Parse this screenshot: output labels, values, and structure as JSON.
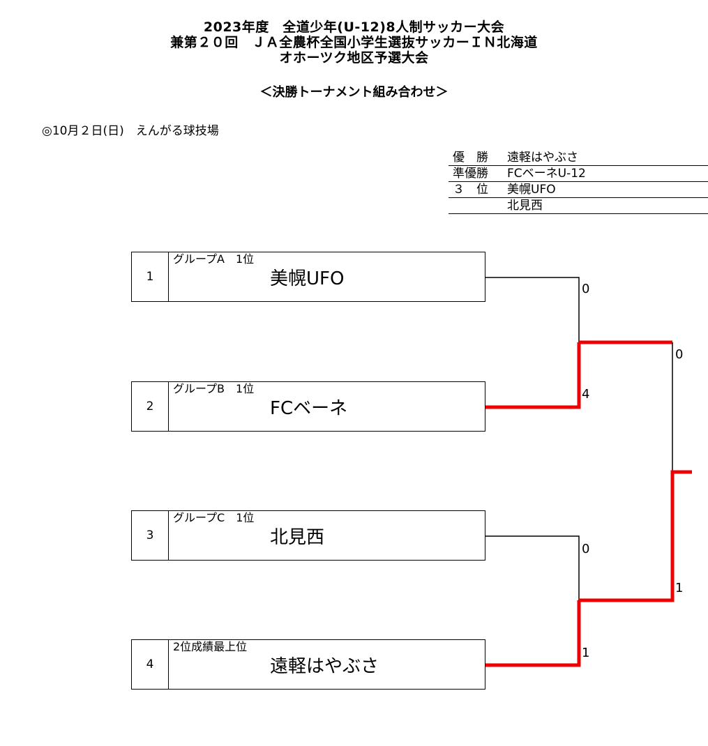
{
  "header": {
    "title_line1": "2023年度　全道少年(U-12)8人制サッカー大会",
    "title_line2": "兼第２０回　ＪＡ全農杯全国小学生選抜サッカーＩＮ北海道",
    "title_line3": "オホーツク地区予選大会",
    "subtitle": "＜決勝トーナメント組み合わせ＞",
    "date_venue": "◎10月２日(日)　えんがる球技場"
  },
  "results": [
    {
      "rank": "優　勝",
      "team": "遠軽はやぶさ"
    },
    {
      "rank": "準優勝",
      "team": "FCベーネU-12"
    },
    {
      "rank": "３　位",
      "team": "美幌UFO"
    },
    {
      "rank": "",
      "team": "北見西"
    }
  ],
  "teams": [
    {
      "seed": "1",
      "group": "グループA　1位",
      "name": "美幌UFO"
    },
    {
      "seed": "2",
      "group": "グループB　1位",
      "name": "FCベーネ"
    },
    {
      "seed": "3",
      "group": "グループC　1位",
      "name": "北見西"
    },
    {
      "seed": "4",
      "group": "2位成績最上位",
      "name": "遠軽はやぶさ"
    }
  ],
  "scores": {
    "sf1_team1": "0",
    "sf1_team2": "4",
    "sf2_team3": "0",
    "sf2_team4": "1",
    "final_top": "0",
    "final_bottom": "1"
  },
  "colors": {
    "winner_line": "#ee0000",
    "line": "#000000"
  }
}
